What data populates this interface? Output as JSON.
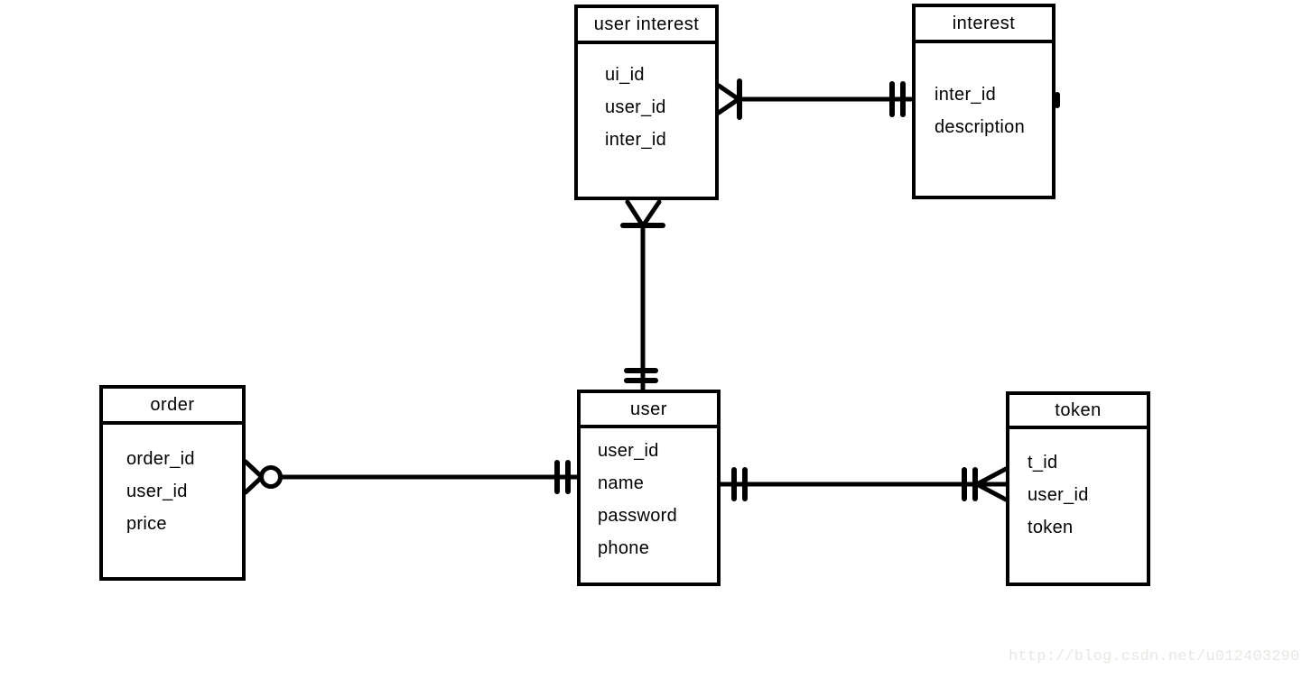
{
  "diagram": {
    "type": "entity-relationship",
    "notation": "crows-foot",
    "background_color": "#ffffff",
    "line_color": "#000000",
    "text_color": "#000000"
  },
  "entities": [
    {
      "title": "user interest",
      "fields": [
        "ui_id",
        "user_id",
        "inter_id"
      ]
    },
    {
      "title": "interest",
      "fields": [
        "inter_id",
        "description"
      ]
    },
    {
      "title": "order",
      "fields": [
        "order_id",
        "user_id",
        "price"
      ]
    },
    {
      "title": "user",
      "fields": [
        "user_id",
        "name",
        "password",
        "phone"
      ]
    },
    {
      "title": "token",
      "fields": [
        "t_id",
        "user_id",
        "token"
      ]
    }
  ],
  "relationships": [
    {
      "from": "user interest",
      "to": "interest",
      "from_symbol": "one-or-many (crow's foot + tick)",
      "to_symbol": "one-and-only-one (double tick)"
    },
    {
      "from": "user interest",
      "to": "user",
      "from_symbol": "one-or-many (crow's foot + tick)",
      "to_symbol": "one-and-only-one (double tick)"
    },
    {
      "from": "order",
      "to": "user",
      "from_symbol": "zero-or-many (crow's foot + circle)",
      "to_symbol": "one-and-only-one (double tick)"
    },
    {
      "from": "user",
      "to": "token",
      "from_symbol": "one-and-only-one (double tick)",
      "to_symbol": "many (double tick + crow's foot)"
    }
  ],
  "watermark": {
    "text": "http://blog.csdn.net/u012403290",
    "color": "#e9e7e2"
  }
}
